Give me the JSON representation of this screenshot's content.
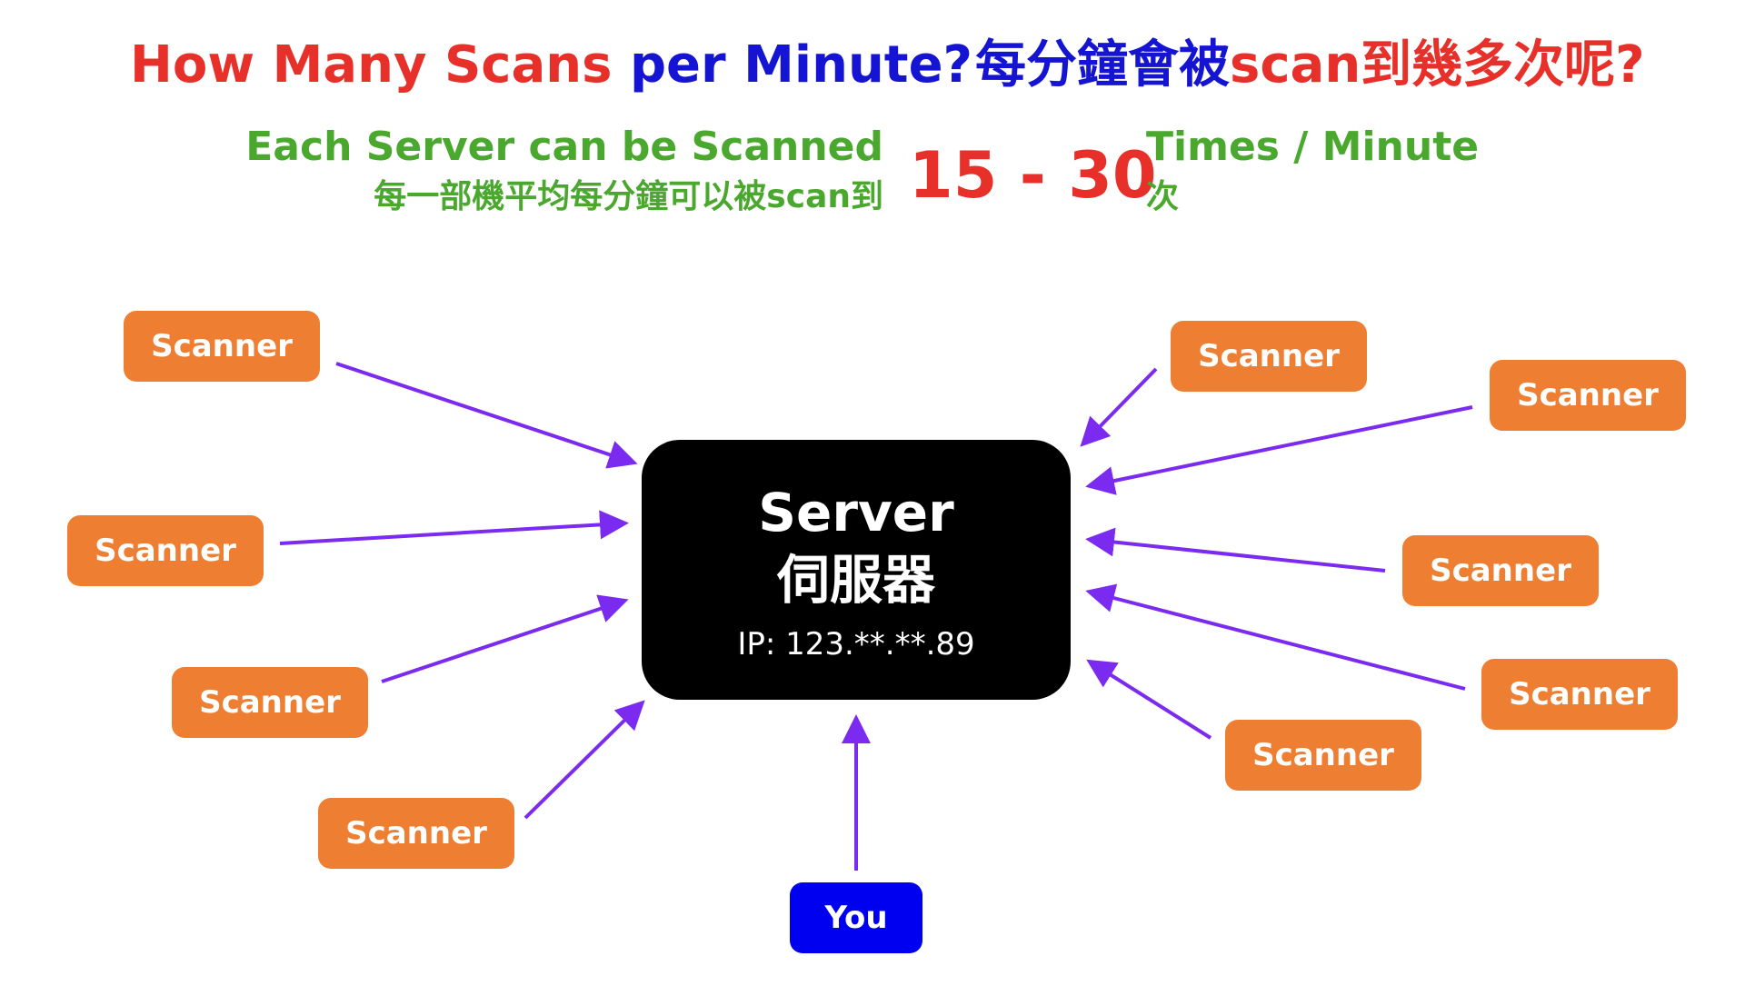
{
  "title": {
    "en_part1": "How Many Scans",
    "en_part2": "per Minute?",
    "zh_part1": "每分鐘會被",
    "zh_part2": "scan到幾多次呢?"
  },
  "subtitle": {
    "left_en": "Each Server can be Scanned",
    "left_zh": "每一部機平均每分鐘可以被scan到",
    "range": "15 - 30",
    "right_en": "Times / Minute",
    "right_zh": "次"
  },
  "server": {
    "label_en": "Server",
    "label_zh": "伺服器",
    "ip": "IP: 123.**.**.89"
  },
  "scanners": [
    "Scanner",
    "Scanner",
    "Scanner",
    "Scanner",
    "Scanner",
    "Scanner",
    "Scanner",
    "Scanner",
    "Scanner"
  ],
  "you_label": "You",
  "colors": {
    "title_red": "#E8302A",
    "title_blue": "#1414D2",
    "subtitle_green": "#4BA82E",
    "range_red": "#E8302A",
    "scanner_orange": "#EE7F32",
    "you_blue": "#0000F0",
    "arrow_purple": "#7B2BF0",
    "server_bg": "#000000"
  }
}
